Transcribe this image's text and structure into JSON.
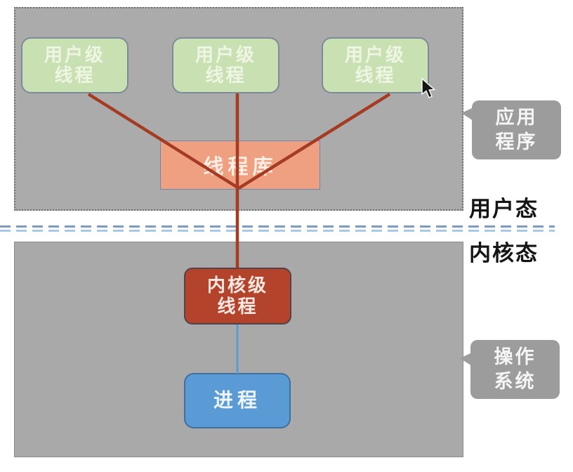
{
  "diagram": {
    "user_thread_boxes": [
      {
        "line1": "用户级",
        "line2": "线程"
      },
      {
        "line1": "用户级",
        "line2": "线程"
      },
      {
        "line1": "用户级",
        "line2": "线程"
      }
    ],
    "thread_library_label": "线程库",
    "kernel_thread_box": {
      "line1": "内核级",
      "line2": "线程"
    },
    "process_label": "进程",
    "mode_labels": {
      "user_mode": "用户态",
      "kernel_mode": "内核态"
    },
    "callouts": {
      "application": {
        "line1": "应用",
        "line2": "程序"
      },
      "operating_system": {
        "line1": "操作",
        "line2": "系统"
      }
    }
  },
  "colors": {
    "user_space_fill": "#ababab",
    "kernel_space_fill": "#a9a9a9",
    "user_thread_fill": "#c9e0b3",
    "thread_library_fill": "#efa080",
    "kernel_thread_fill": "#b4432b",
    "process_fill": "#5b9bd5",
    "connector_red": "#a63b24",
    "connector_blue": "#5b9bd5",
    "callout_fill": "#9c9c9c",
    "divider_dark_blue": "#7e9abf",
    "divider_light_blue": "#a6c9ec"
  }
}
